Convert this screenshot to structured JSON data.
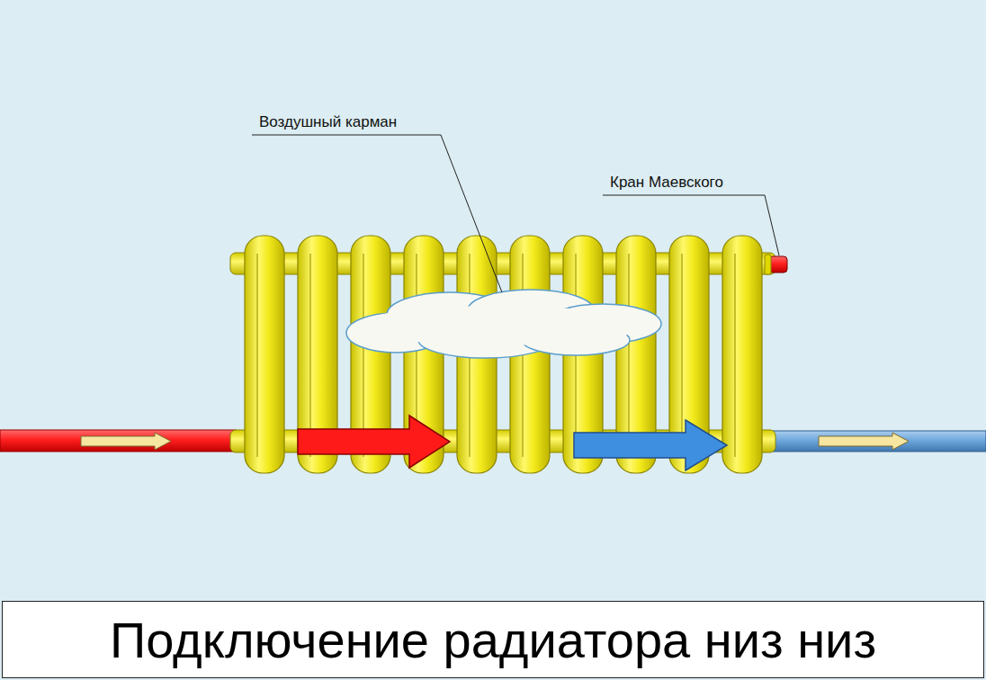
{
  "diagram": {
    "title": "Подключение радиатора низ низ",
    "labels": [
      "Воздушный карман",
      "Кран Маевского"
    ]
  }
}
